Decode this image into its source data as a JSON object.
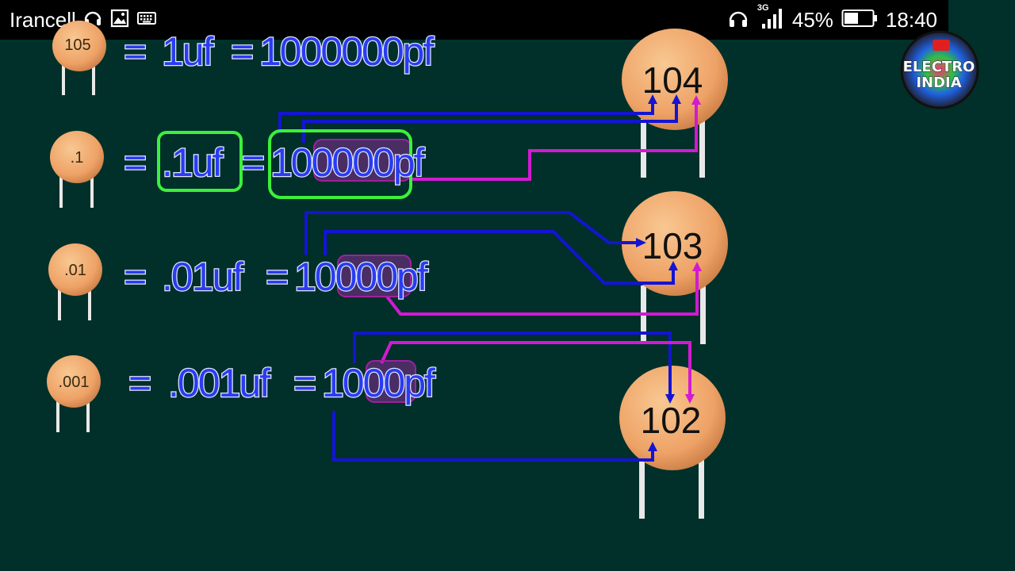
{
  "status_bar": {
    "carrier": "Irancell",
    "network": "3G",
    "battery": "45%",
    "time": "18:40",
    "icons": [
      "headset-icon",
      "image-icon",
      "keyboard-icon",
      "headphones-icon",
      "signal-icon",
      "battery-icon"
    ]
  },
  "logo": {
    "line1": "ELECTRO",
    "line2": "INDIA"
  },
  "rows": [
    {
      "cap_label": "105",
      "eq1": "=",
      "uf": "1uf",
      "eq2": "=",
      "pf": "1000000pf"
    },
    {
      "cap_label": ".1",
      "eq1": "=",
      "uf": ".1uf",
      "eq2": "=",
      "pf": "100000pf"
    },
    {
      "cap_label": ".01",
      "eq1": "=",
      "uf": ".01uf",
      "eq2": "=",
      "pf": "10000pf"
    },
    {
      "cap_label": ".001",
      "eq1": "=",
      "uf": ".001uf",
      "eq2": "=",
      "pf": "1000pf"
    }
  ],
  "capacitors": [
    {
      "label": "104"
    },
    {
      "label": "103"
    },
    {
      "label": "102"
    }
  ],
  "colors": {
    "background": "#003029",
    "text_fill": "#2a3cf0",
    "blue_wire": "#1414d2",
    "magenta_wire": "#d21ad2",
    "green_box": "#3cf03c",
    "capacitor": "#f0a868"
  }
}
